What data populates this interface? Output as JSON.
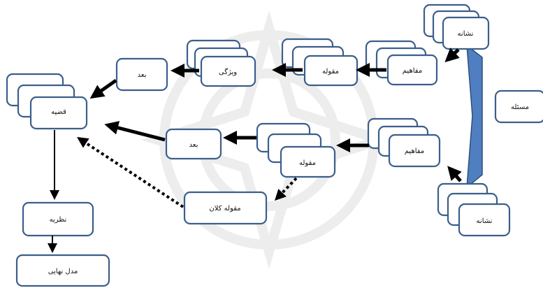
{
  "nodes": {
    "neshane_top": "نشانه",
    "mafahim_top": "مفاهیم",
    "maghuleh_top": "مقوله",
    "vizhegi": "ویژگی",
    "bod_top": "بعد",
    "ghazieh": "قضیه",
    "masaleh": "مسئله",
    "mafahim_bottom": "مفاهیم",
    "maghuleh_bottom": "مقوله",
    "bod_bottom": "بعد",
    "maghuleh_kalan": "مقوله کلان",
    "neshane_bottom": "نشانه",
    "nazarieh": "نظریه",
    "madl_nahaei": "مدل نهایی"
  },
  "colors": {
    "box_border": "#3b5e8c",
    "problem_shape_fill": "#4f7fc0",
    "arrow": "#000000",
    "watermark": "#ececec"
  }
}
